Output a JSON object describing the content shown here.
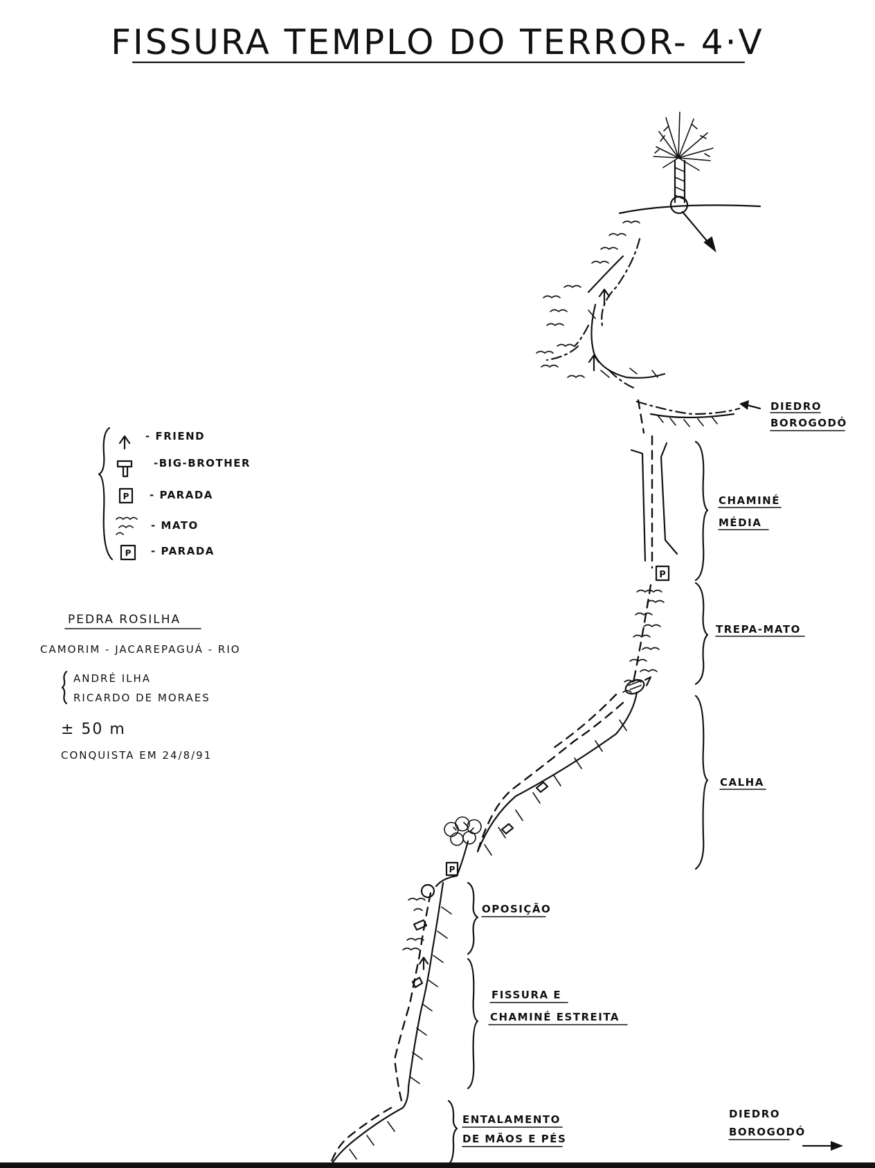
{
  "title": "FISSURA TEMPLO DO TERROR- 4·V",
  "legend": {
    "items": [
      {
        "icon": "friend-arrow-icon",
        "label": "- FRIEND"
      },
      {
        "icon": "big-brother-icon",
        "label": "-BIG-BROTHER"
      },
      {
        "icon": "parada-icon",
        "label": "- PARADA"
      },
      {
        "icon": "mato-icon",
        "label": "- MATO"
      },
      {
        "icon": "parada-icon",
        "label": "- PARADA"
      }
    ]
  },
  "info": {
    "location": "PEDRA ROSILHA",
    "region": "CAMORIM - JACAREPAGUÁ - RIO",
    "climbers": [
      "ANDRÉ ILHA",
      "RICARDO DE MORAES"
    ],
    "height": "± 50 m",
    "first_ascent": "CONQUISTA EM 24/8/91"
  },
  "sections": {
    "diedro_top": [
      "DIEDRO",
      "BOROGODÓ"
    ],
    "chamine_media": [
      "CHAMINÉ",
      "MÉDIA"
    ],
    "trepa_mato": "TREPA-MATO",
    "calha": "CALHA",
    "oposicao": "OPOSIÇÃO",
    "fissura": [
      "FISSURA E",
      "CHAMINÉ ESTREITA"
    ],
    "entalamento": [
      "ENTALAMENTO",
      "DE MÃOS E PÉS"
    ],
    "diedro_bottom": [
      "DIEDRO",
      "BOROGODÓ"
    ]
  },
  "station_mark": "P"
}
